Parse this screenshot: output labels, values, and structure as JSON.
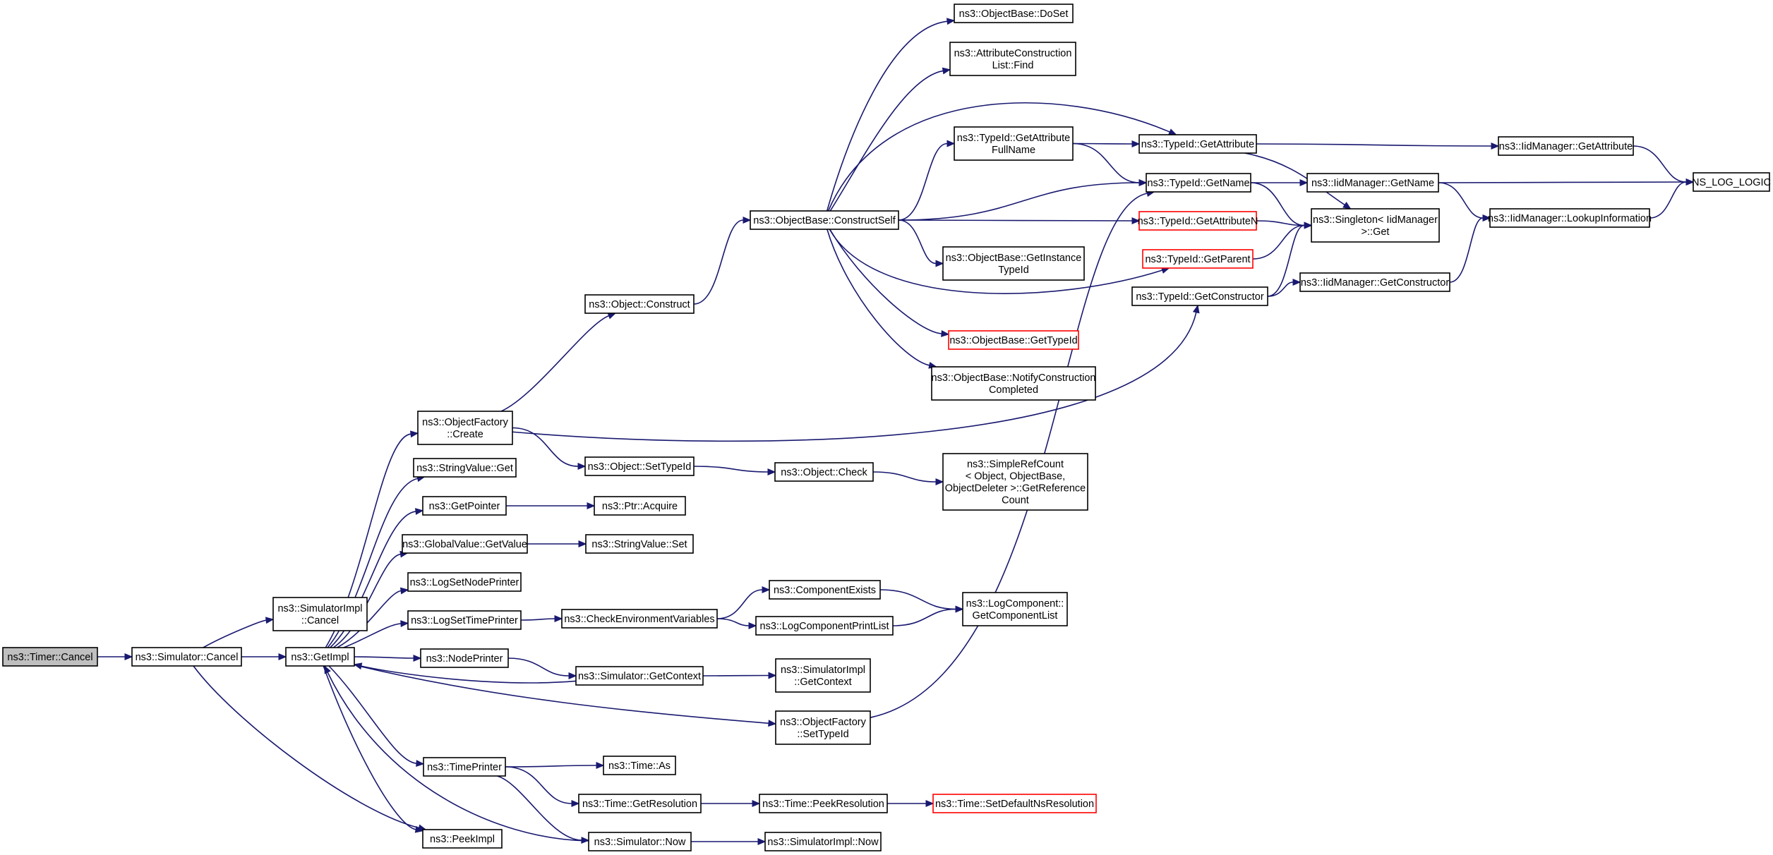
{
  "graph": {
    "colors": {
      "edge": "#191970",
      "node_border": "#000000",
      "root_fill": "#bfbfbf",
      "truncated_border": "#ff0000"
    },
    "nodes": [
      {
        "id": "timer_cancel",
        "lines": [
          "ns3::Timer::Cancel"
        ],
        "style": "root"
      },
      {
        "id": "sim_cancel",
        "lines": [
          "ns3::Simulator::Cancel"
        ],
        "style": "normal"
      },
      {
        "id": "simimpl_cancel",
        "lines": [
          "ns3::SimulatorImpl",
          "::Cancel"
        ],
        "style": "normal"
      },
      {
        "id": "getimpl",
        "lines": [
          "ns3::GetImpl"
        ],
        "style": "normal"
      },
      {
        "id": "peekimpl",
        "lines": [
          "ns3::PeekImpl"
        ],
        "style": "normal"
      },
      {
        "id": "objfactory_create",
        "lines": [
          "ns3::ObjectFactory",
          "::Create"
        ],
        "style": "normal"
      },
      {
        "id": "stringvalue_get",
        "lines": [
          "ns3::StringValue::Get"
        ],
        "style": "normal"
      },
      {
        "id": "getpointer",
        "lines": [
          "ns3::GetPointer"
        ],
        "style": "normal"
      },
      {
        "id": "globalvalue_getvalue",
        "lines": [
          "ns3::GlobalValue::GetValue"
        ],
        "style": "normal"
      },
      {
        "id": "logsetnodeprinter",
        "lines": [
          "ns3::LogSetNodePrinter"
        ],
        "style": "normal"
      },
      {
        "id": "logsettimeprinter",
        "lines": [
          "ns3::LogSetTimePrinter"
        ],
        "style": "normal"
      },
      {
        "id": "nodeprinter",
        "lines": [
          "ns3::NodePrinter"
        ],
        "style": "normal"
      },
      {
        "id": "timeprinter",
        "lines": [
          "ns3::TimePrinter"
        ],
        "style": "normal"
      },
      {
        "id": "object_construct",
        "lines": [
          "ns3::Object::Construct"
        ],
        "style": "normal"
      },
      {
        "id": "object_settypeid",
        "lines": [
          "ns3::Object::SetTypeId"
        ],
        "style": "normal"
      },
      {
        "id": "ptr_acquire",
        "lines": [
          "ns3::Ptr::Acquire"
        ],
        "style": "normal"
      },
      {
        "id": "stringvalue_set",
        "lines": [
          "ns3::StringValue::Set"
        ],
        "style": "normal"
      },
      {
        "id": "checkenvvars",
        "lines": [
          "ns3::CheckEnvironmentVariables"
        ],
        "style": "normal"
      },
      {
        "id": "sim_getcontext",
        "lines": [
          "ns3::Simulator::GetContext"
        ],
        "style": "normal"
      },
      {
        "id": "time_as",
        "lines": [
          "ns3::Time::As"
        ],
        "style": "normal"
      },
      {
        "id": "time_getresolution",
        "lines": [
          "ns3::Time::GetResolution"
        ],
        "style": "normal"
      },
      {
        "id": "sim_now",
        "lines": [
          "ns3::Simulator::Now"
        ],
        "style": "normal"
      },
      {
        "id": "objbase_constructself",
        "lines": [
          "ns3::ObjectBase::ConstructSelf"
        ],
        "style": "normal"
      },
      {
        "id": "object_check",
        "lines": [
          "ns3::Object::Check"
        ],
        "style": "normal"
      },
      {
        "id": "componentexists",
        "lines": [
          "ns3::ComponentExists"
        ],
        "style": "normal"
      },
      {
        "id": "logcomponentprintlist",
        "lines": [
          "ns3::LogComponentPrintList"
        ],
        "style": "normal"
      },
      {
        "id": "simimpl_getcontext",
        "lines": [
          "ns3::SimulatorImpl",
          "::GetContext"
        ],
        "style": "normal"
      },
      {
        "id": "objfactory_settypeid",
        "lines": [
          "ns3::ObjectFactory",
          "::SetTypeId"
        ],
        "style": "normal"
      },
      {
        "id": "time_peekresolution",
        "lines": [
          "ns3::Time::PeekResolution"
        ],
        "style": "normal"
      },
      {
        "id": "simimpl_now",
        "lines": [
          "ns3::SimulatorImpl::Now"
        ],
        "style": "normal"
      },
      {
        "id": "objbase_doset",
        "lines": [
          "ns3::ObjectBase::DoSet"
        ],
        "style": "normal"
      },
      {
        "id": "attrconstrlist_find",
        "lines": [
          "ns3::AttributeConstruction",
          "List::Find"
        ],
        "style": "normal"
      },
      {
        "id": "typeid_getattributefullname",
        "lines": [
          "ns3::TypeId::GetAttribute",
          "FullName"
        ],
        "style": "normal"
      },
      {
        "id": "objbase_getinstancetypeid",
        "lines": [
          "ns3::ObjectBase::GetInstance",
          "TypeId"
        ],
        "style": "normal"
      },
      {
        "id": "objbase_gettypeid",
        "lines": [
          "ns3::ObjectBase::GetTypeId"
        ],
        "style": "red"
      },
      {
        "id": "objbase_notifyconstructioncompleted",
        "lines": [
          "ns3::ObjectBase::NotifyConstruction",
          "Completed"
        ],
        "style": "normal"
      },
      {
        "id": "simplerefcount",
        "lines": [
          "ns3::SimpleRefCount",
          "< Object, ObjectBase,",
          "ObjectDeleter >::GetReference",
          "Count"
        ],
        "style": "normal"
      },
      {
        "id": "logcomponent_getcomponentlist",
        "lines": [
          "ns3::LogComponent::",
          "GetComponentList"
        ],
        "style": "normal"
      },
      {
        "id": "time_setdefaultnsresolution",
        "lines": [
          "ns3::Time::SetDefaultNsResolution"
        ],
        "style": "red"
      },
      {
        "id": "typeid_getattribute",
        "lines": [
          "ns3::TypeId::GetAttribute"
        ],
        "style": "normal"
      },
      {
        "id": "typeid_getname",
        "lines": [
          "ns3::TypeId::GetName"
        ],
        "style": "normal"
      },
      {
        "id": "typeid_getattributen",
        "lines": [
          "ns3::TypeId::GetAttributeN"
        ],
        "style": "red"
      },
      {
        "id": "typeid_getparent",
        "lines": [
          "ns3::TypeId::GetParent"
        ],
        "style": "red"
      },
      {
        "id": "typeid_getconstructor",
        "lines": [
          "ns3::TypeId::GetConstructor"
        ],
        "style": "normal"
      },
      {
        "id": "singleton_get",
        "lines": [
          "ns3::Singleton< IidManager",
          " >::Get"
        ],
        "style": "normal"
      },
      {
        "id": "iidmanager_getattribute",
        "lines": [
          "ns3::IidManager::GetAttribute"
        ],
        "style": "normal"
      },
      {
        "id": "iidmanager_getname",
        "lines": [
          "ns3::IidManager::GetName"
        ],
        "style": "normal"
      },
      {
        "id": "iidmanager_getconstructor",
        "lines": [
          "ns3::IidManager::GetConstructor"
        ],
        "style": "normal"
      },
      {
        "id": "iidmanager_lookupinformation",
        "lines": [
          "ns3::IidManager::LookupInformation"
        ],
        "style": "normal"
      },
      {
        "id": "ns_log_logic",
        "lines": [
          "NS_LOG_LOGIC"
        ],
        "style": "normal"
      }
    ],
    "edges": [
      [
        "timer_cancel",
        "sim_cancel"
      ],
      [
        "sim_cancel",
        "simimpl_cancel"
      ],
      [
        "sim_cancel",
        "getimpl"
      ],
      [
        "sim_cancel",
        "peekimpl"
      ],
      [
        "getimpl",
        "objfactory_create"
      ],
      [
        "getimpl",
        "stringvalue_get"
      ],
      [
        "getimpl",
        "getpointer"
      ],
      [
        "getimpl",
        "globalvalue_getvalue"
      ],
      [
        "getimpl",
        "logsetnodeprinter"
      ],
      [
        "getimpl",
        "logsettimeprinter"
      ],
      [
        "getimpl",
        "nodeprinter"
      ],
      [
        "getimpl",
        "timeprinter"
      ],
      [
        "getimpl",
        "objfactory_settypeid"
      ],
      [
        "getimpl",
        "peekimpl"
      ],
      [
        "objfactory_create",
        "object_construct"
      ],
      [
        "objfactory_create",
        "object_settypeid"
      ],
      [
        "objfactory_create",
        "typeid_getconstructor"
      ],
      [
        "object_construct",
        "objbase_constructself"
      ],
      [
        "object_settypeid",
        "object_check"
      ],
      [
        "object_check",
        "simplerefcount"
      ],
      [
        "getpointer",
        "ptr_acquire"
      ],
      [
        "globalvalue_getvalue",
        "stringvalue_set"
      ],
      [
        "logsettimeprinter",
        "checkenvvars"
      ],
      [
        "checkenvvars",
        "componentexists"
      ],
      [
        "checkenvvars",
        "logcomponentprintlist"
      ],
      [
        "componentexists",
        "logcomponent_getcomponentlist"
      ],
      [
        "logcomponentprintlist",
        "logcomponent_getcomponentlist"
      ],
      [
        "nodeprinter",
        "sim_getcontext"
      ],
      [
        "sim_getcontext",
        "getimpl"
      ],
      [
        "sim_getcontext",
        "simimpl_getcontext"
      ],
      [
        "timeprinter",
        "time_as"
      ],
      [
        "timeprinter",
        "time_getresolution"
      ],
      [
        "timeprinter",
        "sim_now"
      ],
      [
        "time_getresolution",
        "time_peekresolution"
      ],
      [
        "time_peekresolution",
        "time_setdefaultnsresolution"
      ],
      [
        "sim_now",
        "getimpl"
      ],
      [
        "sim_now",
        "simimpl_now"
      ],
      [
        "objfactory_settypeid",
        "typeid_getname"
      ],
      [
        "objbase_constructself",
        "objbase_doset"
      ],
      [
        "objbase_constructself",
        "attrconstrlist_find"
      ],
      [
        "objbase_constructself",
        "typeid_getattribute"
      ],
      [
        "objbase_constructself",
        "typeid_getattributefullname"
      ],
      [
        "objbase_constructself",
        "typeid_getname"
      ],
      [
        "objbase_constructself",
        "typeid_getattributen"
      ],
      [
        "objbase_constructself",
        "objbase_getinstancetypeid"
      ],
      [
        "objbase_constructself",
        "typeid_getparent"
      ],
      [
        "objbase_constructself",
        "objbase_gettypeid"
      ],
      [
        "objbase_constructself",
        "objbase_notifyconstructioncompleted"
      ],
      [
        "typeid_getattributefullname",
        "typeid_getattribute"
      ],
      [
        "typeid_getattributefullname",
        "typeid_getname"
      ],
      [
        "typeid_getattribute",
        "singleton_get"
      ],
      [
        "typeid_getattribute",
        "iidmanager_getattribute"
      ],
      [
        "typeid_getname",
        "singleton_get"
      ],
      [
        "typeid_getname",
        "iidmanager_getname"
      ],
      [
        "typeid_getattributen",
        "singleton_get"
      ],
      [
        "typeid_getparent",
        "singleton_get"
      ],
      [
        "typeid_getconstructor",
        "singleton_get"
      ],
      [
        "typeid_getconstructor",
        "iidmanager_getconstructor"
      ],
      [
        "iidmanager_getattribute",
        "ns_log_logic"
      ],
      [
        "iidmanager_getname",
        "ns_log_logic"
      ],
      [
        "iidmanager_getname",
        "iidmanager_lookupinformation"
      ],
      [
        "iidmanager_getconstructor",
        "iidmanager_lookupinformation"
      ],
      [
        "iidmanager_lookupinformation",
        "ns_log_logic"
      ]
    ]
  }
}
